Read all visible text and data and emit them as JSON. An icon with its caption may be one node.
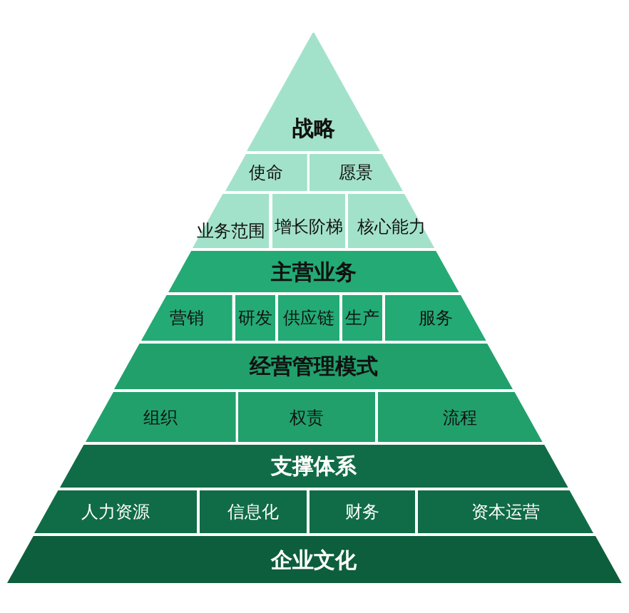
{
  "diagram": {
    "nodes": [
      {
        "text": [
          "战略"
        ]
      },
      {
        "text": [
          "使命"
        ]
      },
      {
        "text": [
          "愿景"
        ]
      },
      {
        "text": [
          "业务范围"
        ]
      },
      {
        "text": [
          "增长阶梯"
        ]
      },
      {
        "text": [
          "核心能力"
        ]
      },
      {
        "text": [
          "主营业务"
        ]
      },
      {
        "text": [
          "营销"
        ]
      },
      {
        "text": [
          "研发"
        ]
      },
      {
        "text": [
          "供应链"
        ]
      },
      {
        "text": [
          "生产"
        ]
      },
      {
        "text": [
          "服务"
        ]
      },
      {
        "text": [
          "经营管理模式"
        ]
      },
      {
        "text": [
          "组织"
        ]
      },
      {
        "text": [
          "权责"
        ]
      },
      {
        "text": [
          "流程"
        ]
      },
      {
        "text": [
          "支撑体系"
        ]
      },
      {
        "text": [
          "人力资源"
        ]
      },
      {
        "text": [
          "信息化"
        ]
      },
      {
        "text": [
          "财务"
        ]
      },
      {
        "text": [
          "资本运营"
        ]
      },
      {
        "text": [
          "企业文化"
        ]
      }
    ]
  }
}
